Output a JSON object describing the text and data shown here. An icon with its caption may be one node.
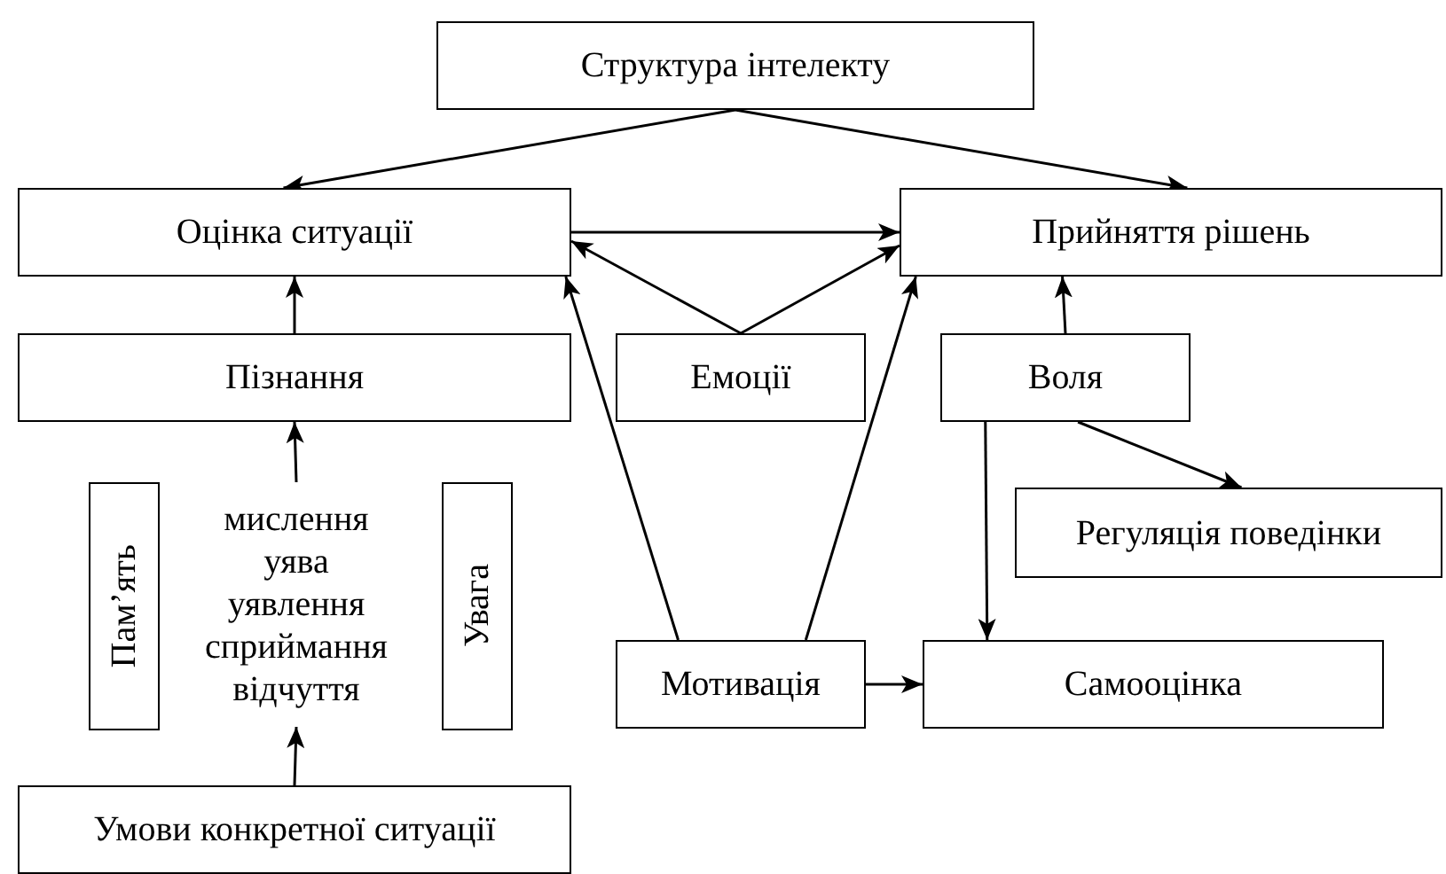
{
  "diagram": {
    "nodes": [
      {
        "text": [
          "Структура інтелекту"
        ]
      },
      {
        "text": [
          "Оцінка ситуації"
        ]
      },
      {
        "text": [
          "Прийняття рішень"
        ]
      },
      {
        "text": [
          "Пізнання"
        ]
      },
      {
        "text": [
          "Емоції"
        ]
      },
      {
        "text": [
          "Воля"
        ]
      },
      {
        "text": [
          "Пам’ять"
        ]
      },
      {
        "text": [
          "мислення",
          "уява",
          "уявлення",
          "сприймання",
          "відчуття"
        ]
      },
      {
        "text": [
          "Увага"
        ]
      },
      {
        "text": [
          "Регуляція поведінки"
        ]
      },
      {
        "text": [
          "Мотивація"
        ]
      },
      {
        "text": [
          "Самооцінка"
        ]
      },
      {
        "text": [
          "Умови конкретної ситуації"
        ]
      }
    ],
    "edges": [
      {
        "from": 0,
        "to": 1,
        "arrow": "to"
      },
      {
        "from": 0,
        "to": 2,
        "arrow": "to"
      },
      {
        "from": 1,
        "to": 2,
        "arrow": "to"
      },
      {
        "from": 4,
        "to": 1,
        "arrow": "to"
      },
      {
        "from": 4,
        "to": 2,
        "arrow": "to"
      },
      {
        "from": 10,
        "to": 1,
        "arrow": "to"
      },
      {
        "from": 10,
        "to": 2,
        "arrow": "to"
      },
      {
        "from": 3,
        "to": 1,
        "arrow": "to"
      },
      {
        "from": 5,
        "to": 2,
        "arrow": "to"
      },
      {
        "from": 5,
        "to": 9,
        "arrow": "to"
      },
      {
        "from": 5,
        "to": 11,
        "arrow": "to"
      },
      {
        "from": 10,
        "to": 11,
        "arrow": "to"
      },
      {
        "from": 7,
        "to": 3,
        "arrow": "to"
      },
      {
        "from": 12,
        "to": 7,
        "arrow": "to"
      }
    ]
  }
}
